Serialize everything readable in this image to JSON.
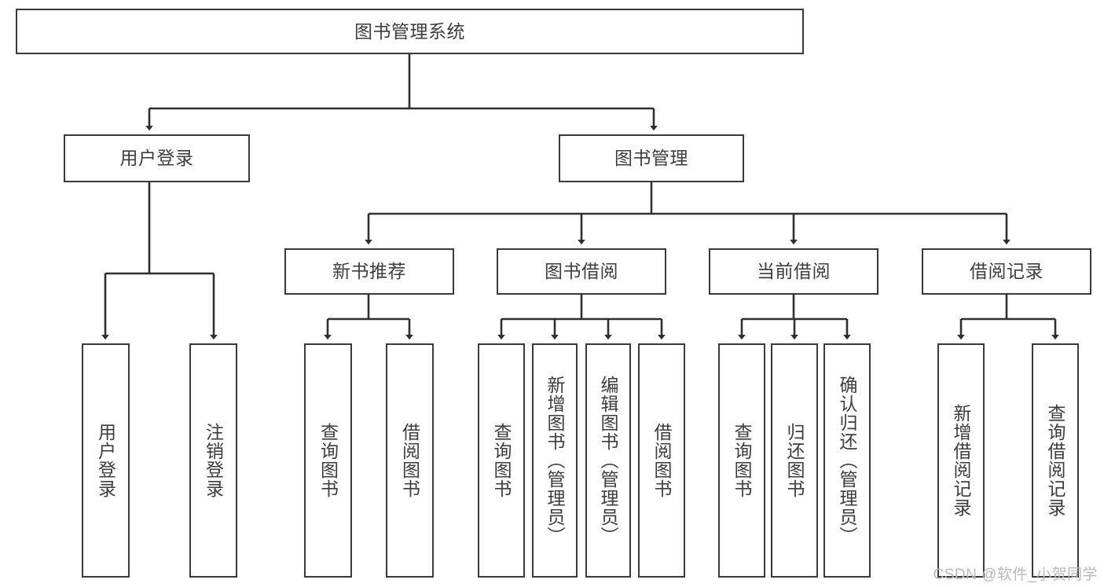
{
  "diagram": {
    "title": "图书管理系统",
    "type": "hierarchy-tree",
    "root": {
      "id": "root",
      "label": "图书管理系统",
      "orientation": "horizontal"
    },
    "level2": [
      {
        "id": "user-login",
        "label": "用户登录",
        "orientation": "horizontal"
      },
      {
        "id": "book-manage",
        "label": "图书管理",
        "orientation": "horizontal"
      }
    ],
    "level3": [
      {
        "id": "new-book-recommend",
        "label": "新书推荐",
        "orientation": "horizontal",
        "parent": "book-manage"
      },
      {
        "id": "book-borrow",
        "label": "图书借阅",
        "orientation": "horizontal",
        "parent": "book-manage"
      },
      {
        "id": "current-borrow",
        "label": "当前借阅",
        "orientation": "horizontal",
        "parent": "book-manage"
      },
      {
        "id": "borrow-record",
        "label": "借阅记录",
        "orientation": "horizontal",
        "parent": "book-manage"
      }
    ],
    "leaves": [
      {
        "id": "leaf-user-login",
        "label": "用户登录",
        "orientation": "vertical",
        "parent": "user-login"
      },
      {
        "id": "leaf-user-logout",
        "label": "注销登录",
        "orientation": "vertical",
        "parent": "user-login"
      },
      {
        "id": "leaf-query-book-1",
        "label": "查询图书",
        "orientation": "vertical",
        "parent": "new-book-recommend"
      },
      {
        "id": "leaf-borrow-book-1",
        "label": "借阅图书",
        "orientation": "vertical",
        "parent": "new-book-recommend"
      },
      {
        "id": "leaf-query-book-2",
        "label": "查询图书",
        "orientation": "vertical",
        "parent": "book-borrow"
      },
      {
        "id": "leaf-add-book",
        "label": "新增图书（管理员）",
        "orientation": "vertical",
        "parent": "book-borrow"
      },
      {
        "id": "leaf-edit-book",
        "label": "编辑图书（管理员）",
        "orientation": "vertical",
        "parent": "book-borrow"
      },
      {
        "id": "leaf-borrow-book-2",
        "label": "借阅图书",
        "orientation": "vertical",
        "parent": "book-borrow"
      },
      {
        "id": "leaf-query-book-3",
        "label": "查询图书",
        "orientation": "vertical",
        "parent": "current-borrow"
      },
      {
        "id": "leaf-return-book",
        "label": "归还图书",
        "orientation": "vertical",
        "parent": "current-borrow"
      },
      {
        "id": "leaf-confirm-return",
        "label": "确认归还（管理员）",
        "orientation": "vertical",
        "parent": "current-borrow"
      },
      {
        "id": "leaf-add-record",
        "label": "新增借阅记录",
        "orientation": "vertical",
        "parent": "borrow-record"
      },
      {
        "id": "leaf-query-record",
        "label": "查询借阅记录",
        "orientation": "vertical",
        "parent": "borrow-record"
      }
    ],
    "colors": {
      "box_border": "#3a3a3a",
      "box_fill": "#ffffff",
      "text": "#3d3d3d",
      "connector": "#2f2f2f",
      "watermark": "#b9b9b9",
      "background": "#ffffff"
    }
  },
  "watermark": {
    "text": "CSDN @软件_小贺同学"
  }
}
